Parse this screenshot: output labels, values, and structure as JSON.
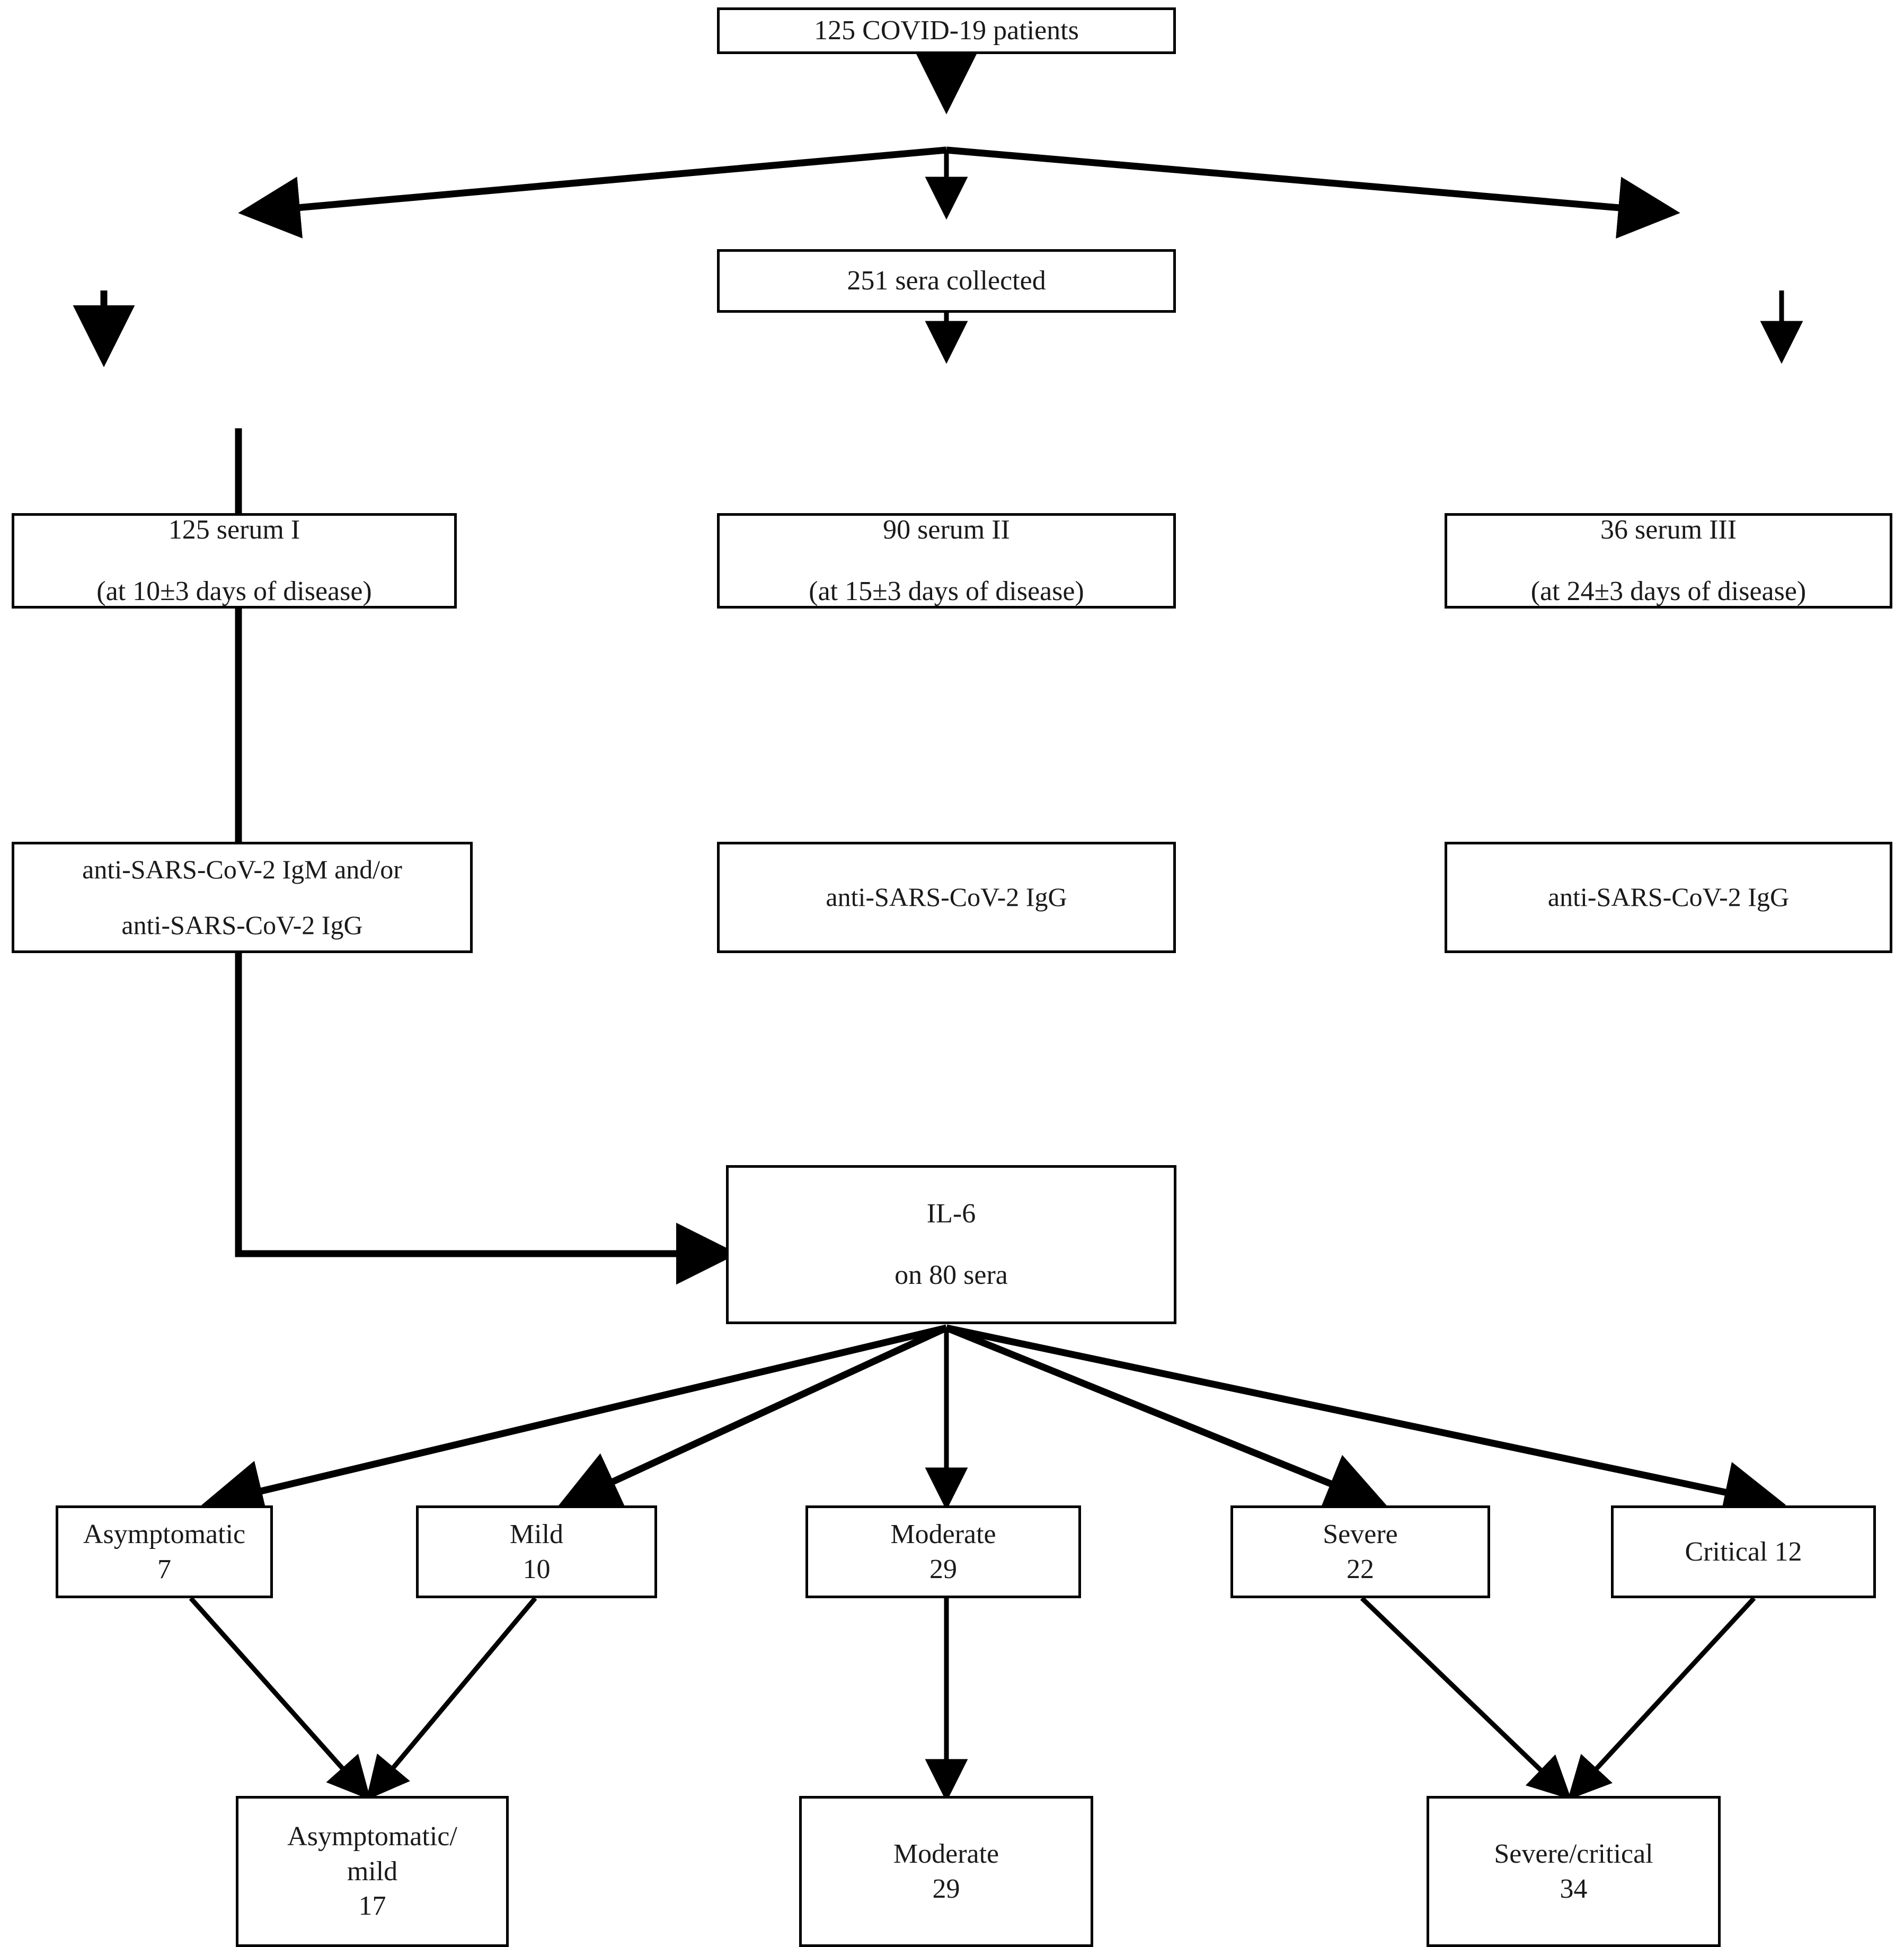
{
  "diagram": {
    "title": "COVID-19 serum sampling and IL-6 severity flowchart",
    "line_color": "#000000",
    "box_border_color": "#000000",
    "background_color": "#ffffff",
    "text_color": "#1a1a1a"
  },
  "nodes": {
    "patients": {
      "line1": "125 COVID-19 patients"
    },
    "sera": {
      "line1": "251 sera collected"
    },
    "serum1": {
      "line1": "125 serum I",
      "line2": "(at 10±3 days of disease)"
    },
    "serum2": {
      "line1": "90 serum II",
      "line2": "(at 15±3 days of disease)"
    },
    "serum3": {
      "line1": "36 serum III",
      "line2": "(at 24±3 days of disease)"
    },
    "assay1": {
      "line1": "anti-SARS-CoV-2 IgM and/or",
      "line2": "anti-SARS-CoV-2 IgG"
    },
    "assay2": {
      "line1": "anti-SARS-CoV-2 IgG"
    },
    "assay3": {
      "line1": "anti-SARS-CoV-2 IgG"
    },
    "il6": {
      "line1": "IL-6",
      "line2": "on 80 sera"
    },
    "asymptomatic": {
      "line1": "Asymptomatic",
      "line2": "7"
    },
    "mild": {
      "line1": "Mild",
      "line2": "10"
    },
    "moderate": {
      "line1": "Moderate",
      "line2": "29"
    },
    "severe": {
      "line1": "Severe",
      "line2": "22"
    },
    "critical": {
      "line1": "Critical 12"
    },
    "group_asym_mild": {
      "line1": "Asymptomatic/",
      "line2": "mild",
      "line3": "17"
    },
    "group_moderate": {
      "line1": "Moderate",
      "line2": "29"
    },
    "group_severe_critical": {
      "line1": "Severe/critical",
      "line2": "34"
    }
  },
  "chart_data": {
    "type": "diagram",
    "title": "COVID-19 serum sampling and IL-6 severity flowchart",
    "counts": {
      "patients": 125,
      "sera_collected": 251,
      "serum_I": 125,
      "serum_II": 90,
      "serum_III": 36,
      "il6_sera": 80,
      "asymptomatic": 7,
      "mild": 10,
      "moderate": 29,
      "severe": 22,
      "critical": 12,
      "asymptomatic_mild_group": 17,
      "moderate_group": 29,
      "severe_critical_group": 34
    },
    "sampling_days": {
      "serum_I": "10±3",
      "serum_II": "15±3",
      "serum_III": "24±3"
    },
    "edges": [
      {
        "from": "patients",
        "to": "sera"
      },
      {
        "from": "sera",
        "to": "serum1"
      },
      {
        "from": "sera",
        "to": "serum2"
      },
      {
        "from": "sera",
        "to": "serum3"
      },
      {
        "from": "serum1",
        "to": "assay1"
      },
      {
        "from": "serum2",
        "to": "assay2"
      },
      {
        "from": "serum3",
        "to": "assay3"
      },
      {
        "from": "assay1",
        "to": "il6"
      },
      {
        "from": "il6",
        "to": "asymptomatic"
      },
      {
        "from": "il6",
        "to": "mild"
      },
      {
        "from": "il6",
        "to": "moderate"
      },
      {
        "from": "il6",
        "to": "severe"
      },
      {
        "from": "il6",
        "to": "critical"
      },
      {
        "from": "asymptomatic",
        "to": "group_asym_mild"
      },
      {
        "from": "mild",
        "to": "group_asym_mild"
      },
      {
        "from": "moderate",
        "to": "group_moderate"
      },
      {
        "from": "severe",
        "to": "group_severe_critical"
      },
      {
        "from": "critical",
        "to": "group_severe_critical"
      }
    ]
  }
}
